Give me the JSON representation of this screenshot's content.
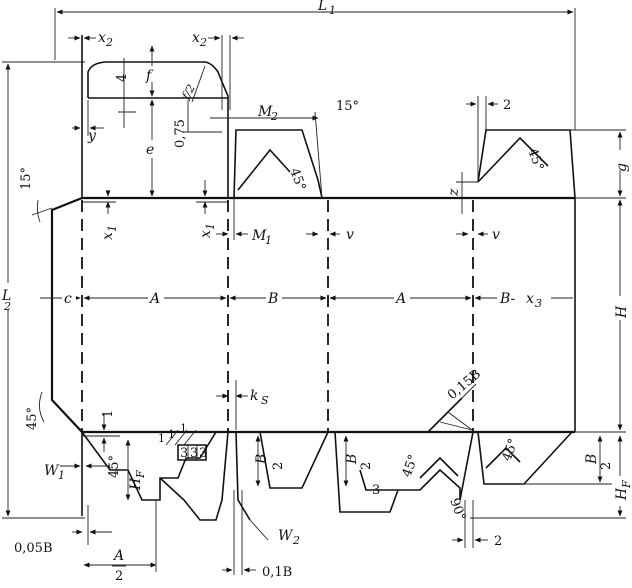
{
  "labels": {
    "L1": "L",
    "L1_sub": "1",
    "L2": "L",
    "L2_sub": "2",
    "x2": "x",
    "x2_sub": "2",
    "x1": "x",
    "x1_sub": "1",
    "x3": "x",
    "x3_sub": "3",
    "M2": "M",
    "M2_sub": "2",
    "M1": "M",
    "M1_sub": "1",
    "f": "f",
    "f_half": "f/2",
    "e": "e",
    "y": "y",
    "z": "z",
    "g": "g",
    "v": "v",
    "c": "c",
    "A": "A",
    "B": "B",
    "B_minus": "B-",
    "H": "H",
    "HF": "H",
    "HF_sub": "F",
    "W1": "W",
    "W1_sub": "1",
    "W2": "W",
    "W2_sub": "2",
    "kS": "k",
    "kS_sub": "S",
    "B_half_num": "B",
    "half_den": "2",
    "A_half_num": "A",
    "three": "3"
  },
  "numbers": {
    "four": "4",
    "zero75": "0,75",
    "deg15": "15°",
    "deg45": "45°",
    "deg90": "90°",
    "two": "2",
    "one": "1",
    "three": "3",
    "b015": "0,15B",
    "b005": "0,05B",
    "b01": "0,1B"
  }
}
